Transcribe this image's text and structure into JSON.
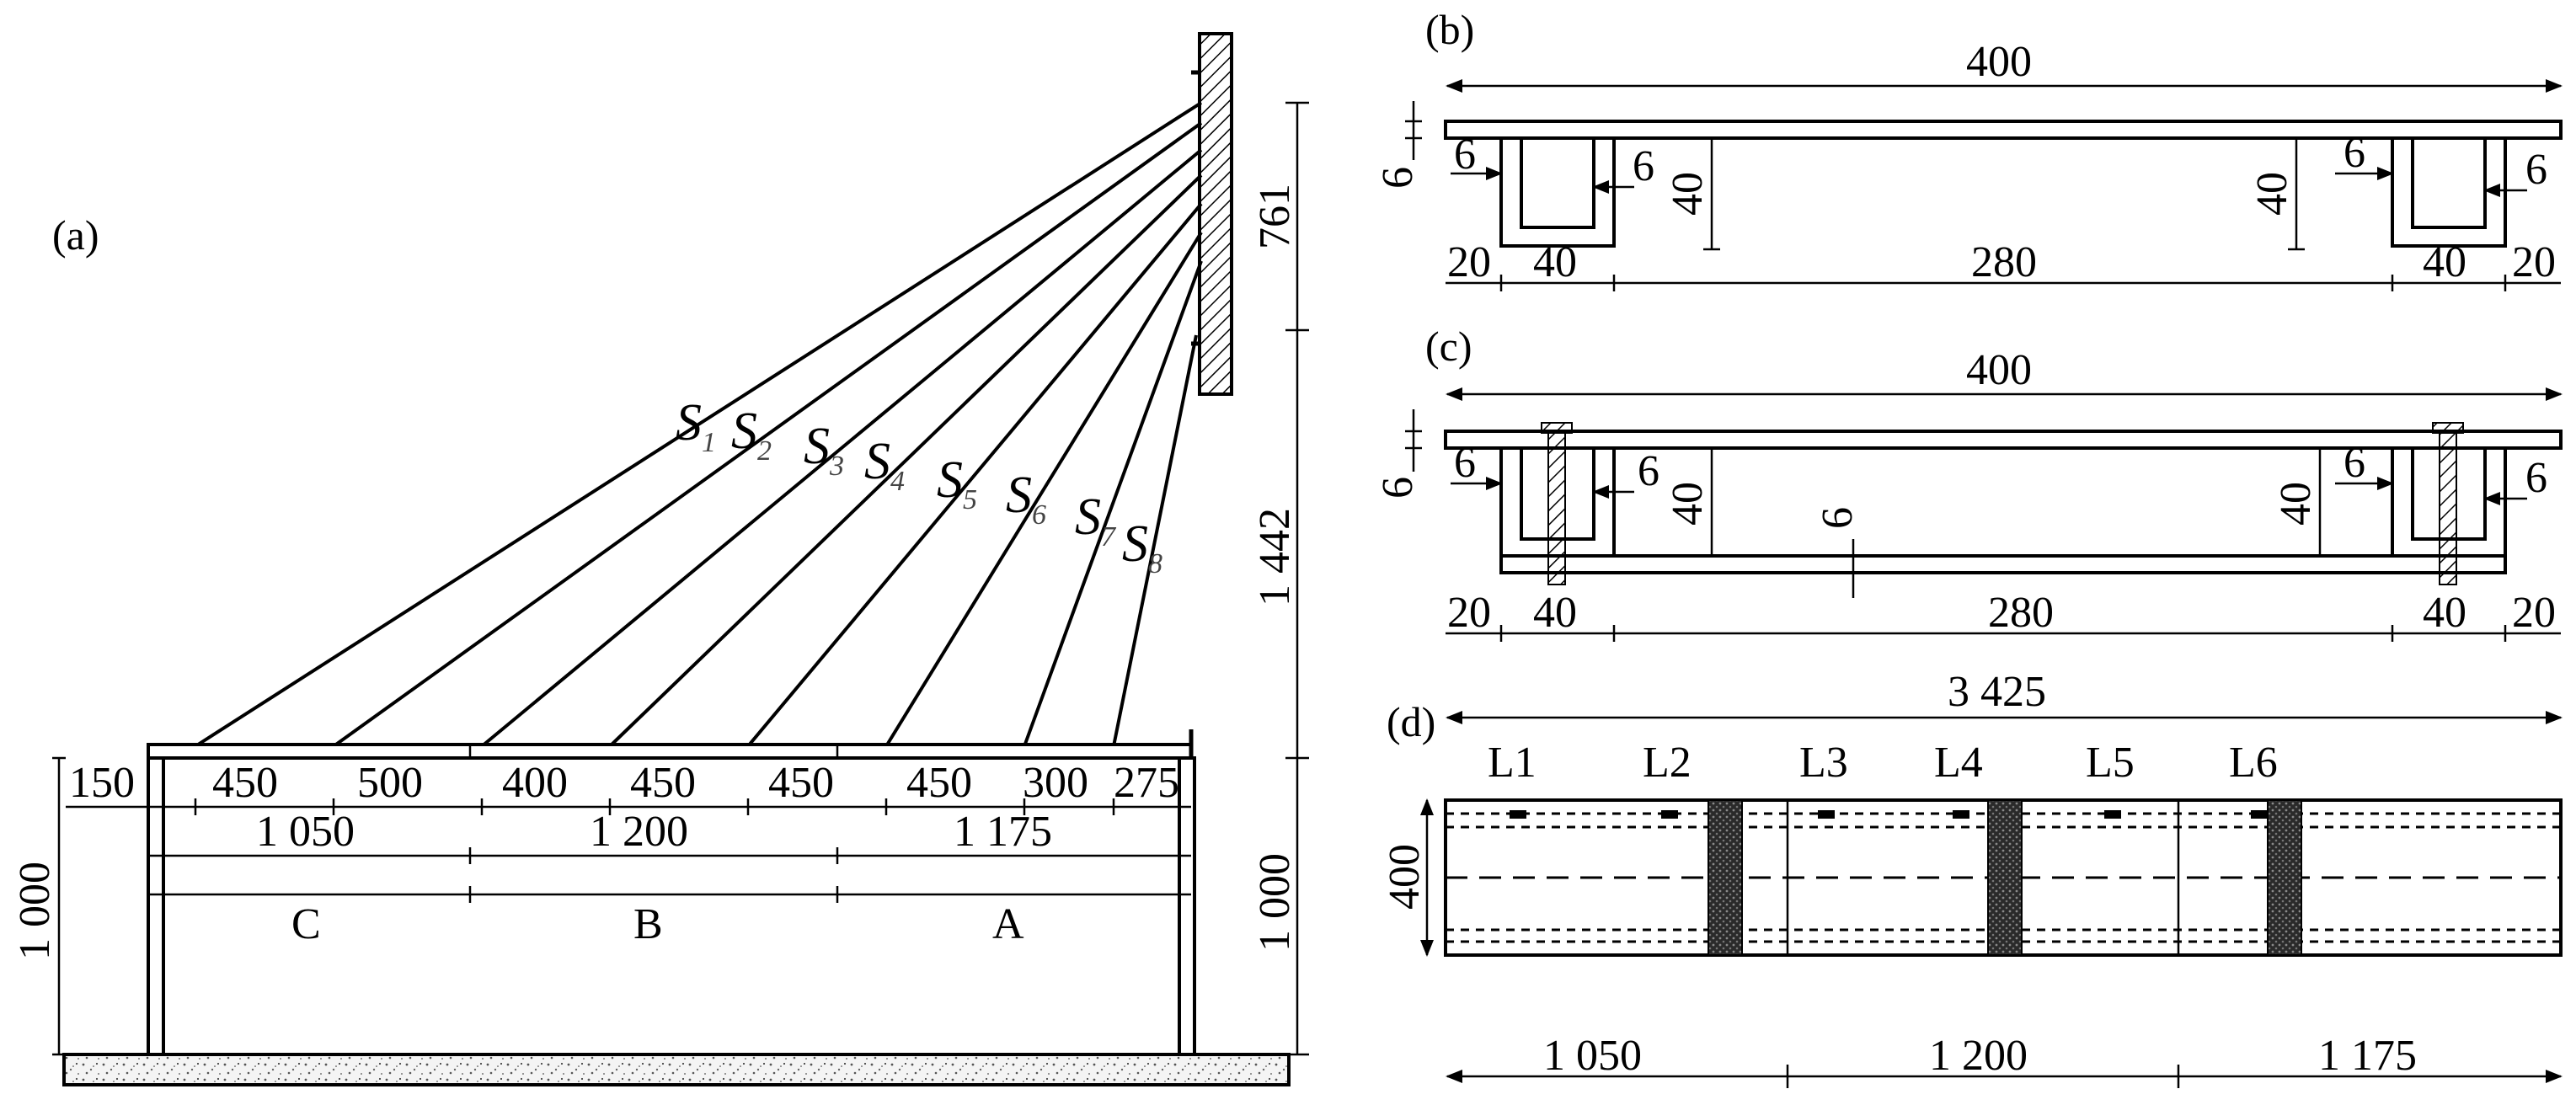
{
  "panels": {
    "a": "(a)",
    "b": "(b)",
    "c": "(c)",
    "d": "(d)"
  },
  "panel_a": {
    "cables": [
      {
        "letter": "S",
        "sub": "1"
      },
      {
        "letter": "S",
        "sub": "2"
      },
      {
        "letter": "S",
        "sub": "3"
      },
      {
        "letter": "S",
        "sub": "4"
      },
      {
        "letter": "S",
        "sub": "5"
      },
      {
        "letter": "S",
        "sub": "6"
      },
      {
        "letter": "S",
        "sub": "7"
      },
      {
        "letter": "S",
        "sub": "8"
      }
    ],
    "spacings": [
      "150",
      "450",
      "500",
      "400",
      "450",
      "450",
      "450",
      "300",
      "275"
    ],
    "spans": [
      "1 050",
      "1 200",
      "1 175"
    ],
    "segments": [
      "C",
      "B",
      "A"
    ],
    "height_left": "1 000",
    "height_right": "1 000",
    "tower_upper": "761",
    "tower_lower": "1 442"
  },
  "panel_b": {
    "total_width": "400",
    "flange_thickness": "6",
    "web_left_outer": "6",
    "web_left_inner": "6",
    "web_right_outer": "6",
    "web_right_inner": "6",
    "rib_height_left": "40",
    "rib_height_right": "40",
    "bottom": [
      "20",
      "40",
      "280",
      "40",
      "20"
    ]
  },
  "panel_c": {
    "total_width": "400",
    "flange_thickness": "6",
    "web_left_outer": "6",
    "web_left_inner": "6",
    "web_right_outer": "6",
    "web_right_inner": "6",
    "rib_height_left": "40",
    "rib_height_right": "40",
    "bottom_plate": "6",
    "bottom": [
      "20",
      "40",
      "280",
      "40",
      "20"
    ]
  },
  "panel_d": {
    "total_length": "3 425",
    "width": "400",
    "sensors": [
      "L1",
      "L2",
      "L3",
      "L4",
      "L5",
      "L6"
    ],
    "spans": [
      "1 050",
      "1 200",
      "1 175"
    ]
  }
}
